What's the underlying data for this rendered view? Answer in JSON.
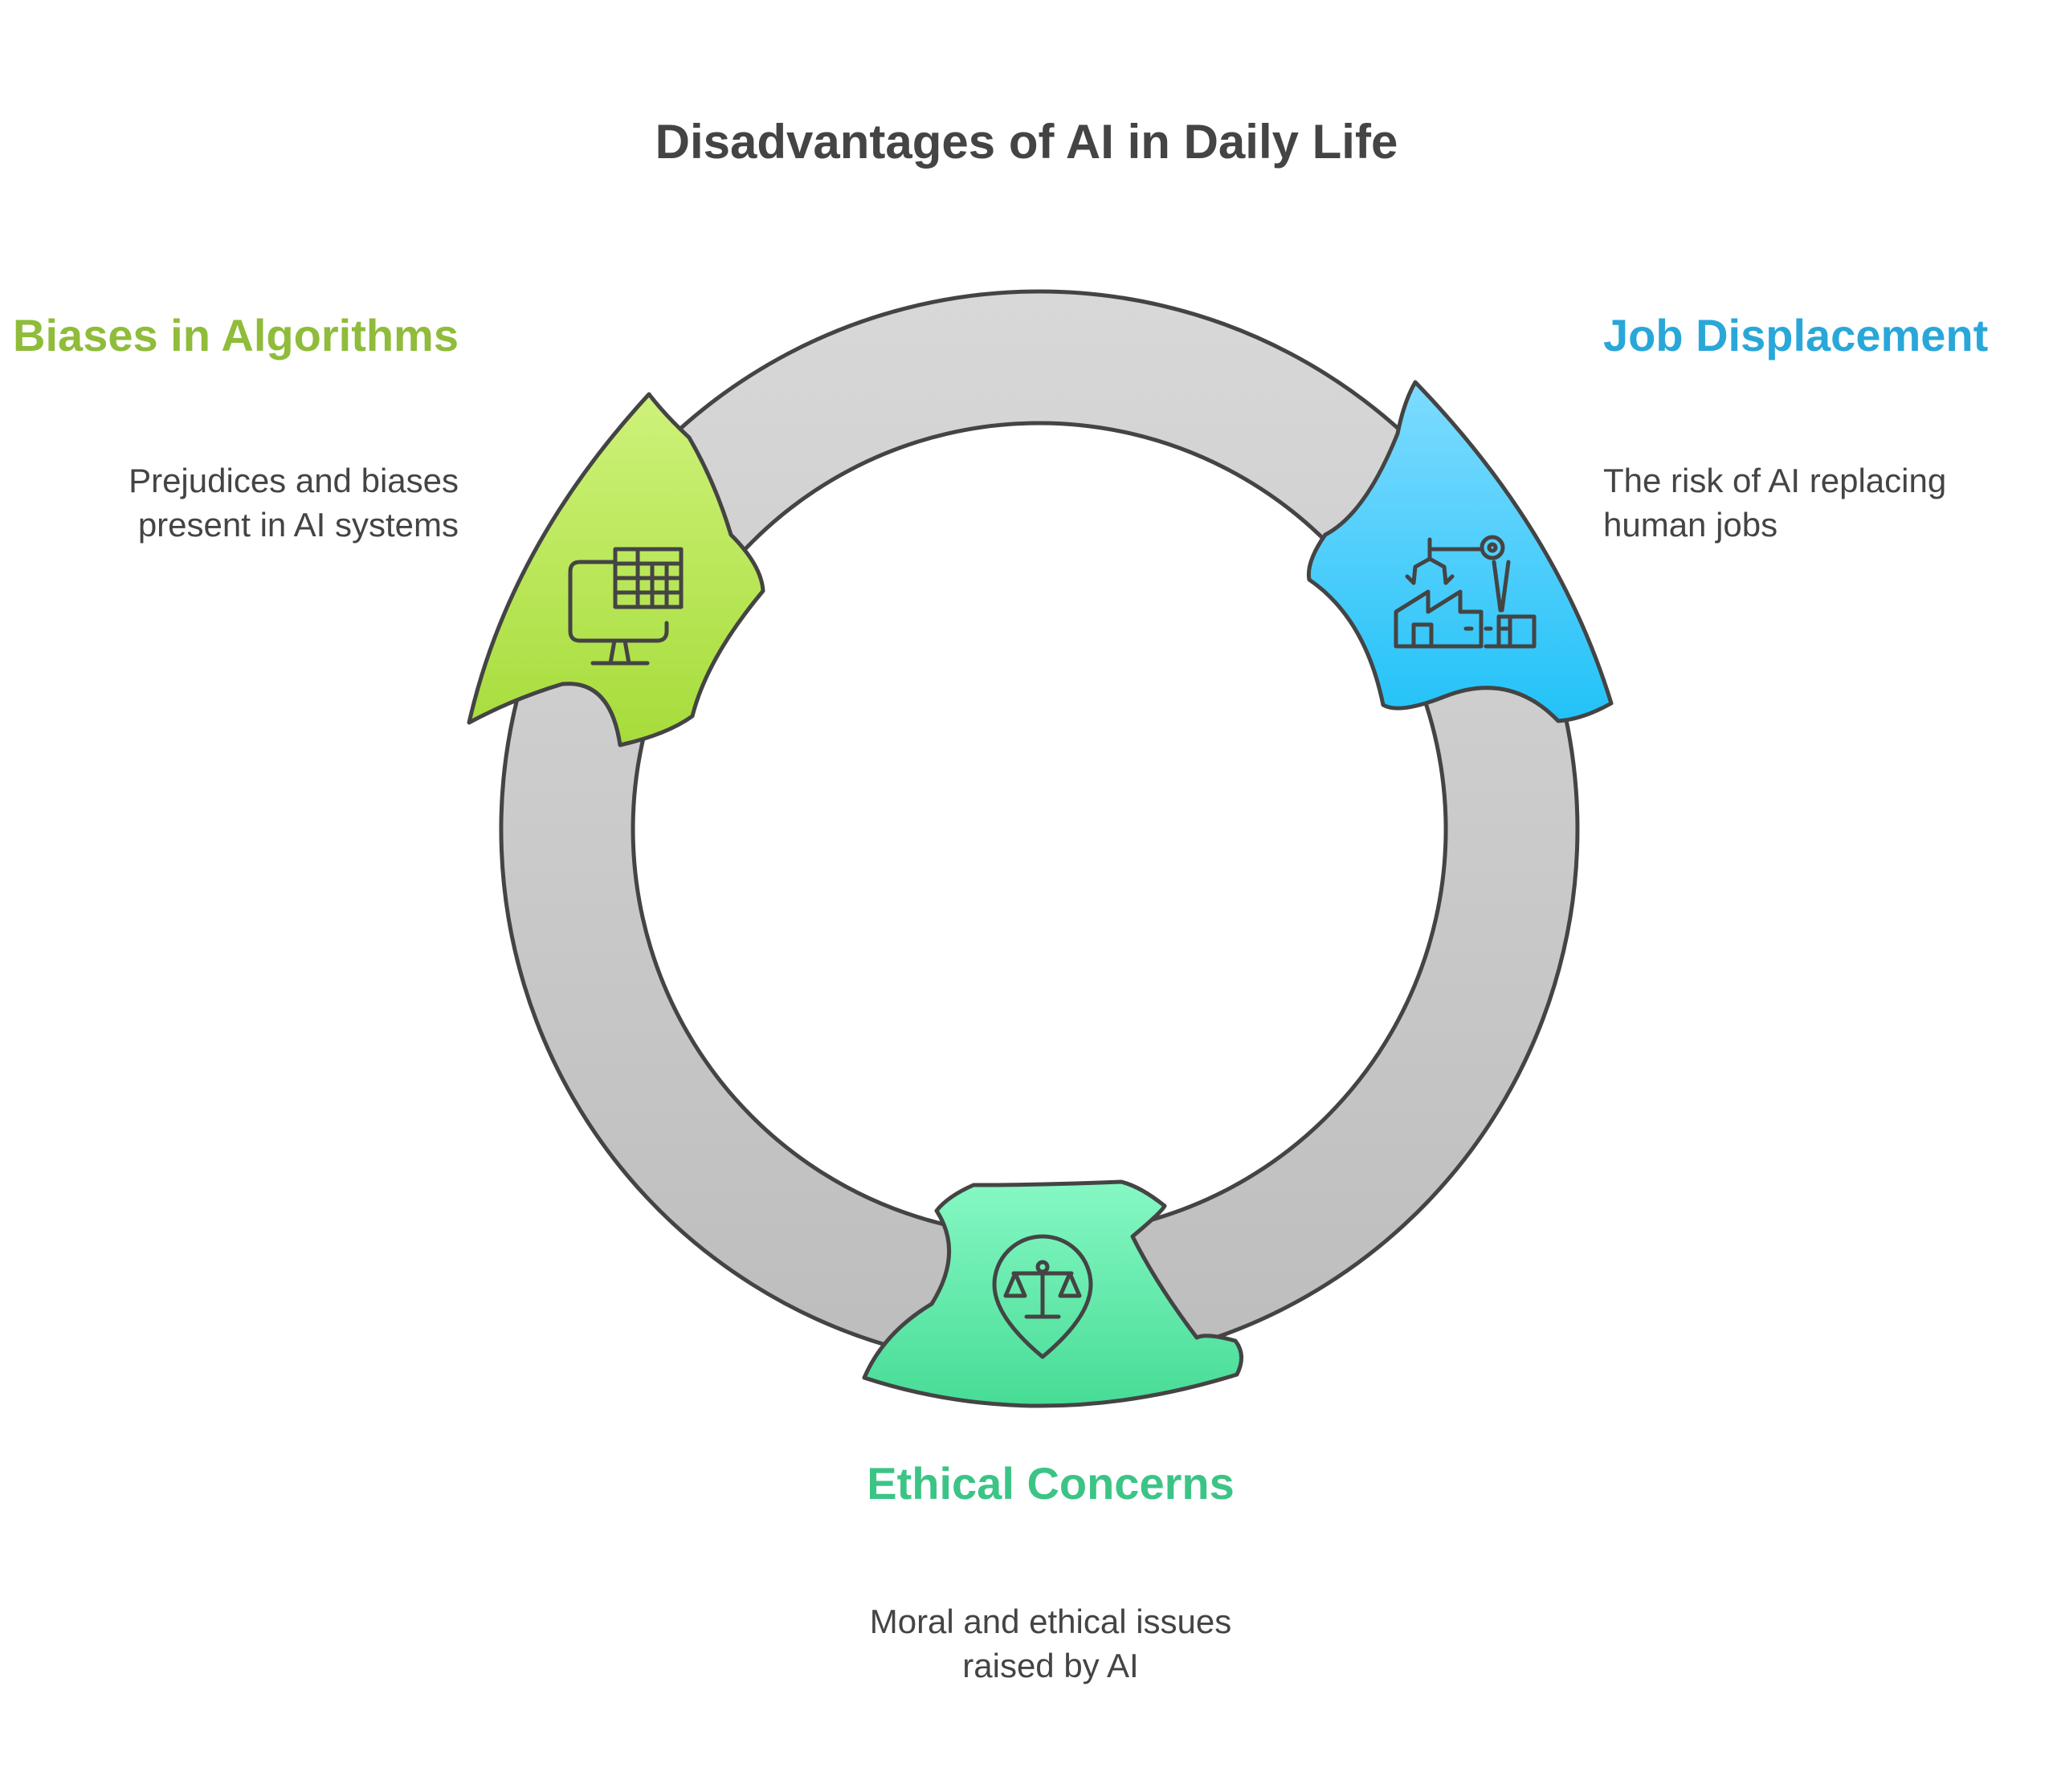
{
  "title": "Disadvantages of AI in Daily Life",
  "segments": [
    {
      "label": "Biases in Algorithms",
      "description": "Prejudices and biases present in AI systems",
      "color": "#8fbc3a",
      "icon": "computer-table-icon"
    },
    {
      "label": "Job Displacement",
      "description": "The risk of AI replacing human jobs",
      "color": "#29a7d9",
      "icon": "robotic-arm-factory-icon"
    },
    {
      "label": "Ethical Concerns",
      "description": "Moral and ethical issues raised by AI",
      "color": "#3cc486",
      "icon": "scales-pin-icon"
    }
  ],
  "colors": {
    "ring": "#c8c8c8",
    "outline": "#444444",
    "green_arrow": "#b3e34a",
    "blue_arrow": "#3ccaf8",
    "teal_arrow": "#5ee8a8"
  }
}
